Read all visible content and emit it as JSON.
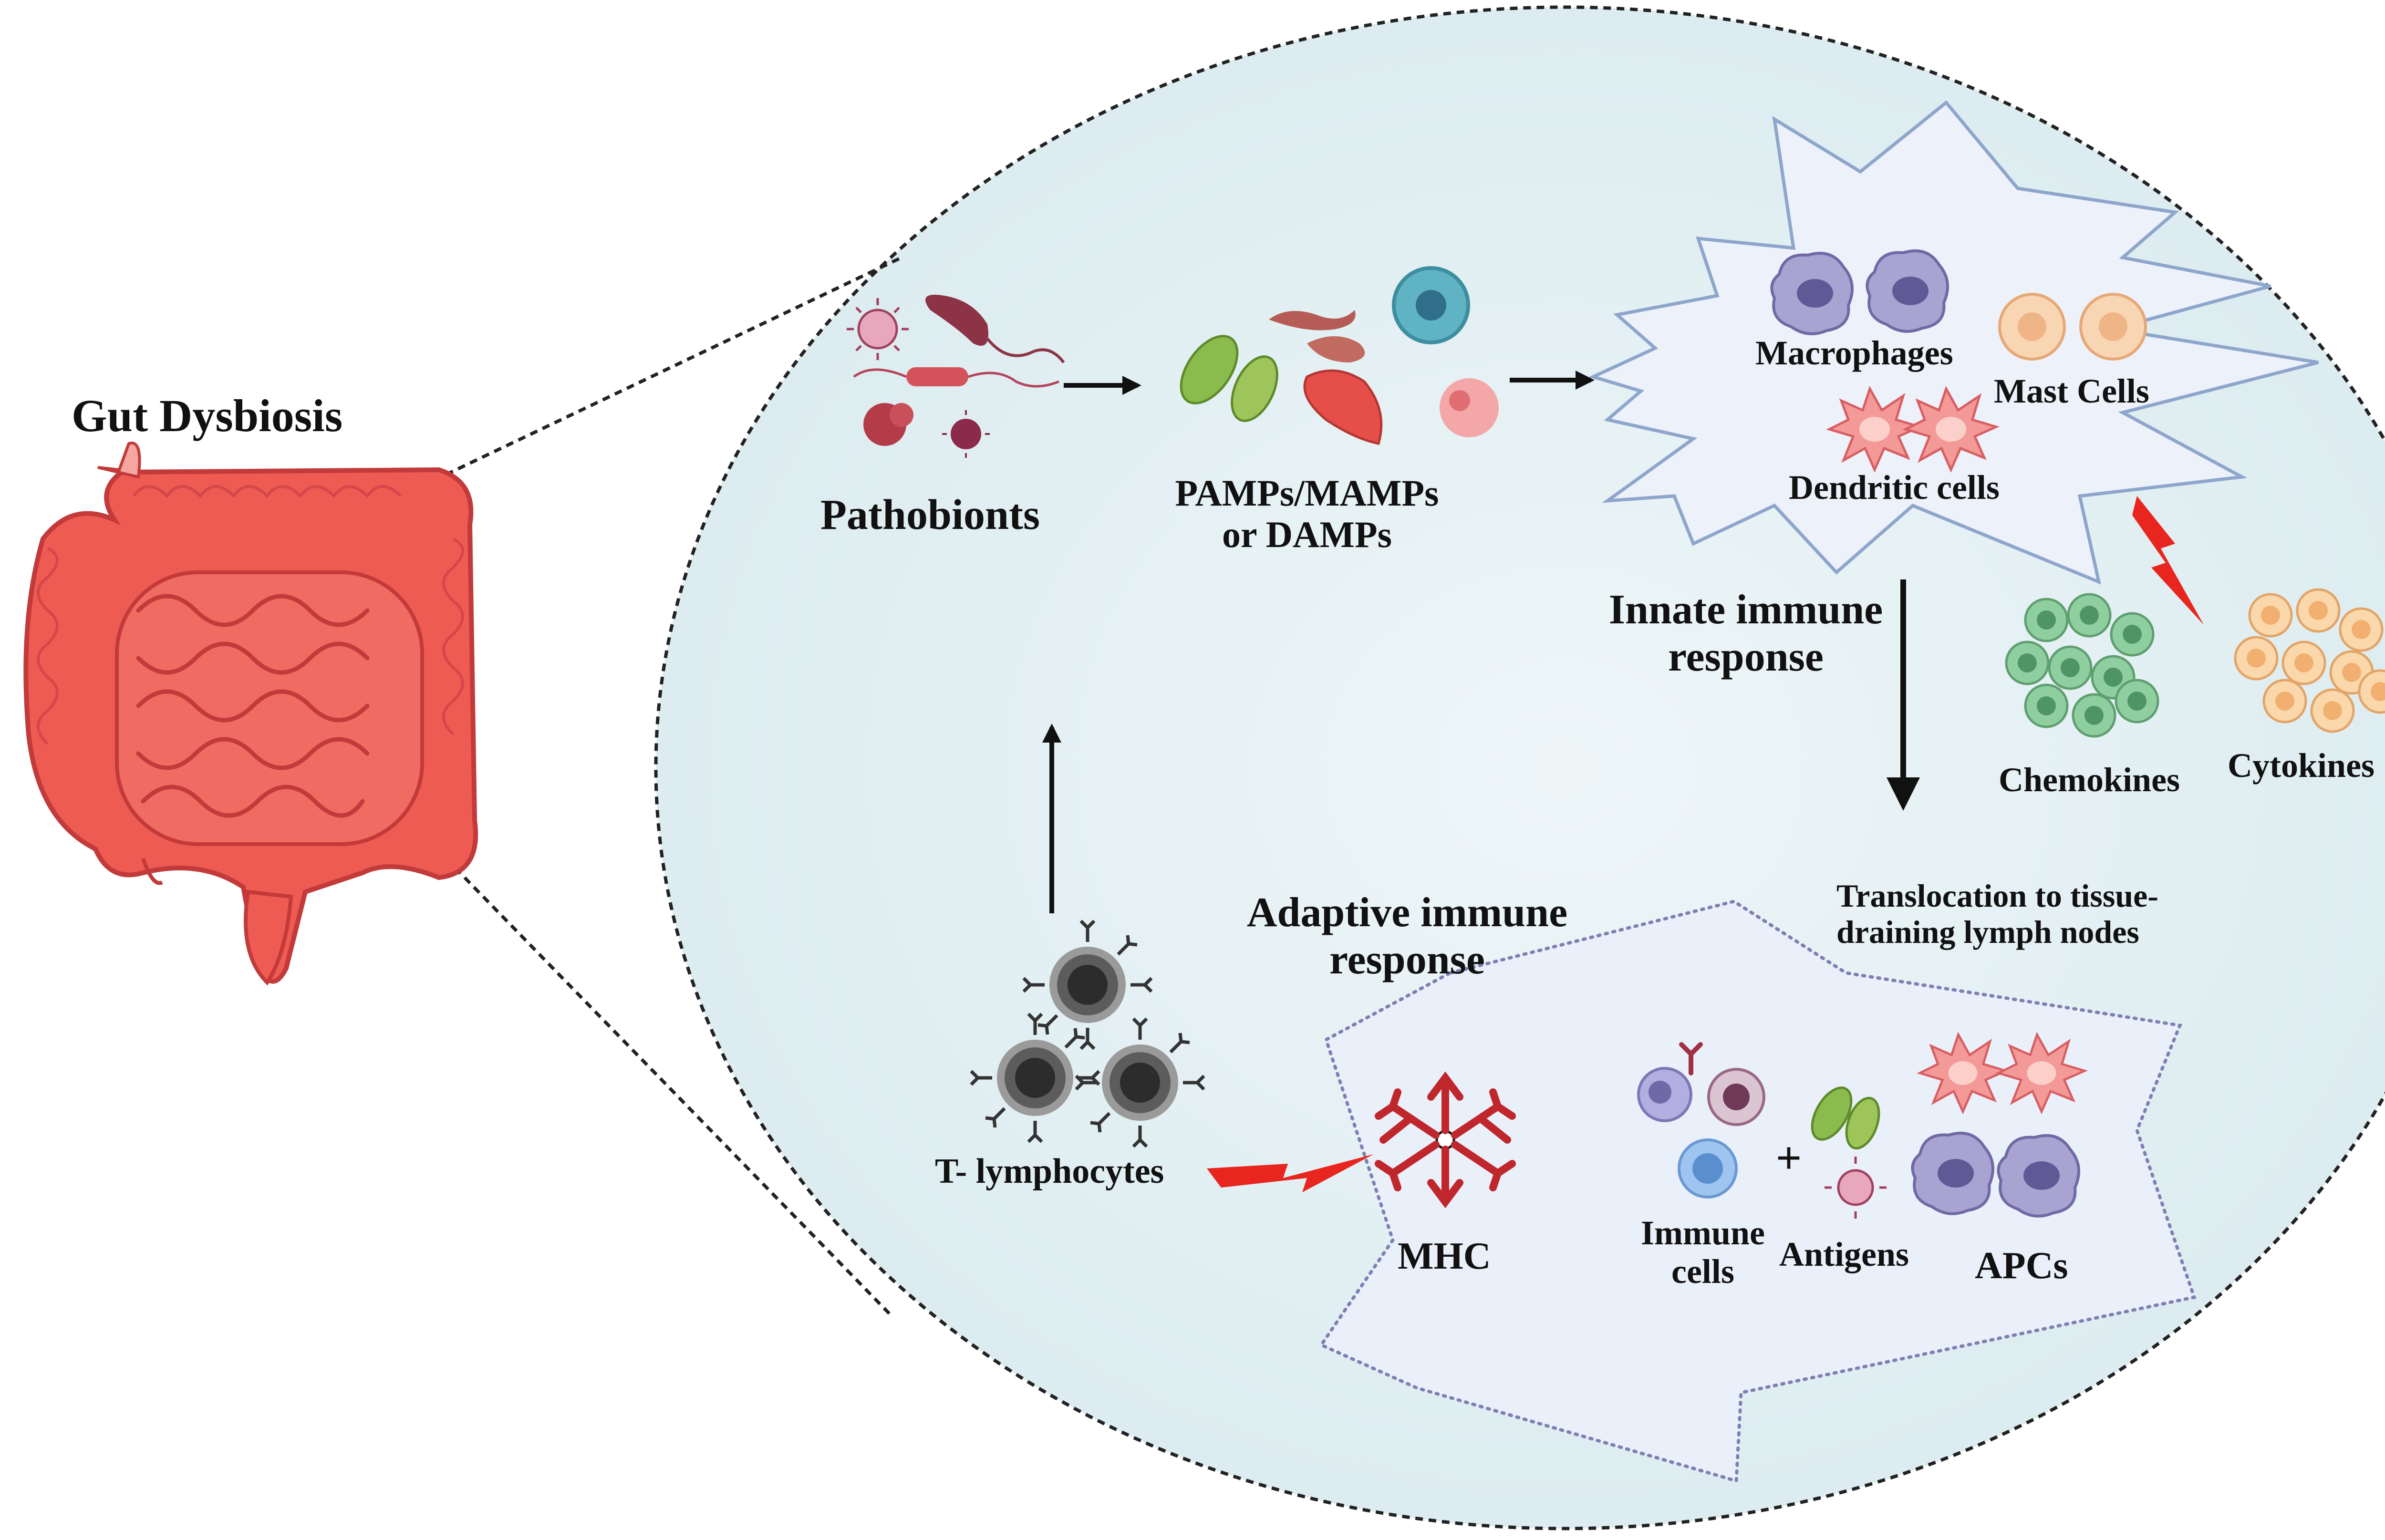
{
  "diagram": {
    "title": "Gut Dysbiosis",
    "nodes": {
      "pathobionts": "Pathobionts",
      "pamps": [
        "PAMPs/MAMPs",
        "or DAMPs"
      ],
      "macrophages": "Macrophages",
      "mast_cells": "Mast Cells",
      "dendritic_cells": "Dendritic cells",
      "innate": [
        "Innate immune",
        "response"
      ],
      "chemokines": "Chemokines",
      "cytokines": "Cytokines",
      "translocation": [
        "Translocation to  tissue-",
        "draining lymph nodes"
      ],
      "adaptive": [
        "Adaptive  immune",
        "response"
      ],
      "t_lymphocytes": "T- lymphocytes",
      "mhc": "MHC",
      "immune_cells": [
        "Immune",
        "cells"
      ],
      "plus": "+",
      "antigens": "Antigens",
      "apcs": "APCs"
    },
    "colors": {
      "gut": "#ec5a52",
      "gut_dark": "#c9373a",
      "zoom_bg": "#e4f0f3",
      "innate_fill": "#edf2fa",
      "innate_stroke": "#8ea5cc",
      "lightning": "#e8251f",
      "macrophage": "#a6a0cf",
      "mast_cell": "#f6cfa9",
      "dendritic": "#f18a8a",
      "chemokine": "#7ec39a",
      "cytokine": "#f7c78e",
      "t_cell": "#4b4b4b",
      "antibody": "#c0272d",
      "bacteria_green": "#8ab748"
    },
    "icons": [
      "intestine-icon",
      "bacteria-icon",
      "virus-icon",
      "pamp-molecules-icon",
      "macrophage-icon",
      "mast-cell-icon",
      "dendritic-cell-icon",
      "chemokine-cluster-icon",
      "cytokine-cluster-icon",
      "t-cell-icon",
      "antibody-mhc-icon",
      "immune-cell-icon",
      "antigen-icon",
      "lightning-icon"
    ]
  }
}
